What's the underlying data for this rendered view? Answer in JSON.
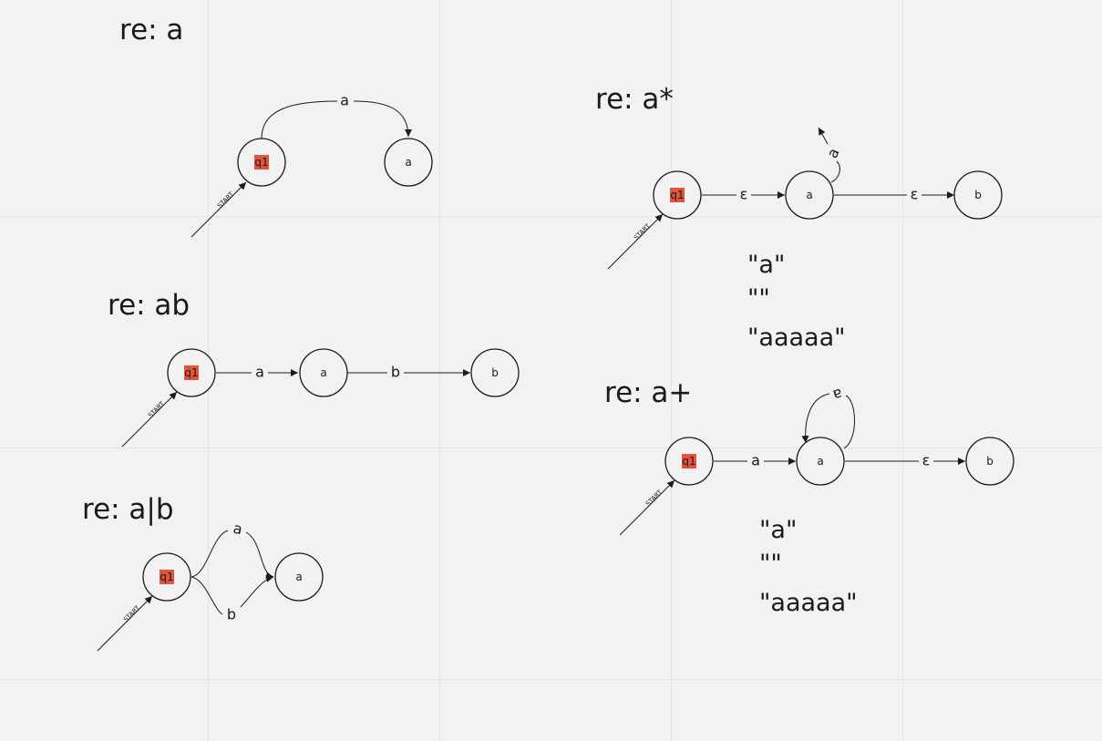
{
  "start_label": "START",
  "diagrams": {
    "re_a": {
      "title": "re: a",
      "states": {
        "q1": "q1",
        "a": "a"
      },
      "edges": {
        "q1_a": "a"
      }
    },
    "re_ab": {
      "title": "re: ab",
      "states": {
        "q1": "q1",
        "a": "a",
        "b": "b"
      },
      "edges": {
        "q1_a": "a",
        "a_b": "b"
      }
    },
    "re_a_or_b": {
      "title": "re: a|b",
      "states": {
        "q1": "q1",
        "a": "a"
      },
      "edges": {
        "upper": "a",
        "lower": "b"
      }
    },
    "re_a_star": {
      "title": "re: a*",
      "states": {
        "q1": "q1",
        "a": "a",
        "b": "b"
      },
      "edges": {
        "q1_a": "ε",
        "a_b": "ε",
        "loop": "a"
      },
      "examples": [
        "\"a\"",
        "\"\"",
        "\"aaaaa\""
      ]
    },
    "re_a_plus": {
      "title": "re: a+",
      "states": {
        "q1": "q1",
        "a": "a",
        "b": "b"
      },
      "edges": {
        "q1_a": "a",
        "a_b": "ε",
        "loop": "a"
      },
      "examples": [
        "\"a\"",
        "\"\"",
        "\"aaaaa\""
      ]
    }
  },
  "colors": {
    "background": "#f2f2f2",
    "grid": "#e4e4e4",
    "ink": "#1a1a1a",
    "start_state_highlight": "#e2553a"
  }
}
